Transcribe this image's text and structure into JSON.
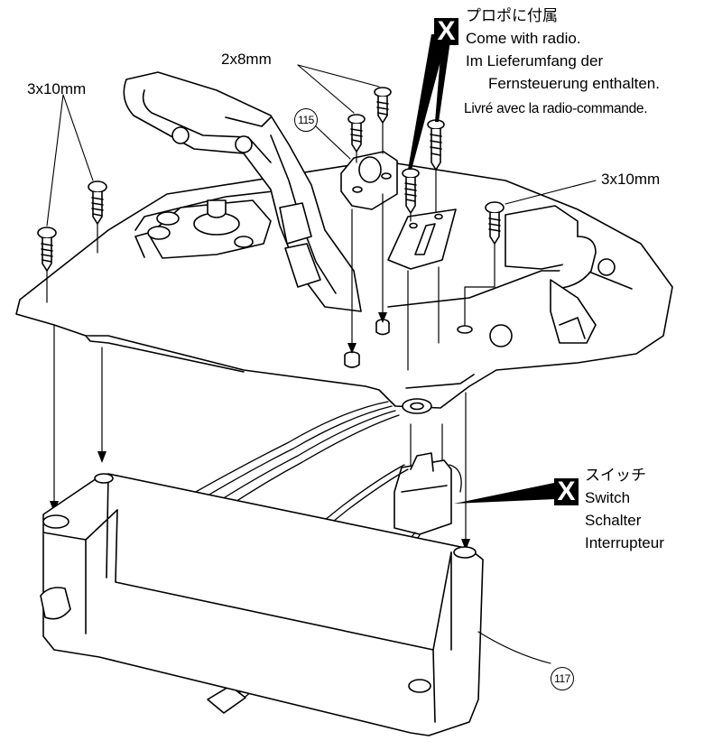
{
  "labels": {
    "screw_left": "3x10mm",
    "screw_top": "2x8mm",
    "screw_right": "3x10mm",
    "part_115": "115",
    "part_117": "117"
  },
  "radio_note": {
    "marker": "X",
    "lines": [
      "プロポに付属",
      "Come with radio.",
      "Im Lieferumfang der",
      "Fernsteuerung enthalten.",
      "Livré avec la radio-commande."
    ]
  },
  "switch_note": {
    "marker": "X",
    "lines": [
      "スイッチ",
      "Switch",
      "Schalter",
      "Interrupteur"
    ]
  },
  "colors": {
    "ink": "#000000",
    "paper": "#ffffff"
  }
}
